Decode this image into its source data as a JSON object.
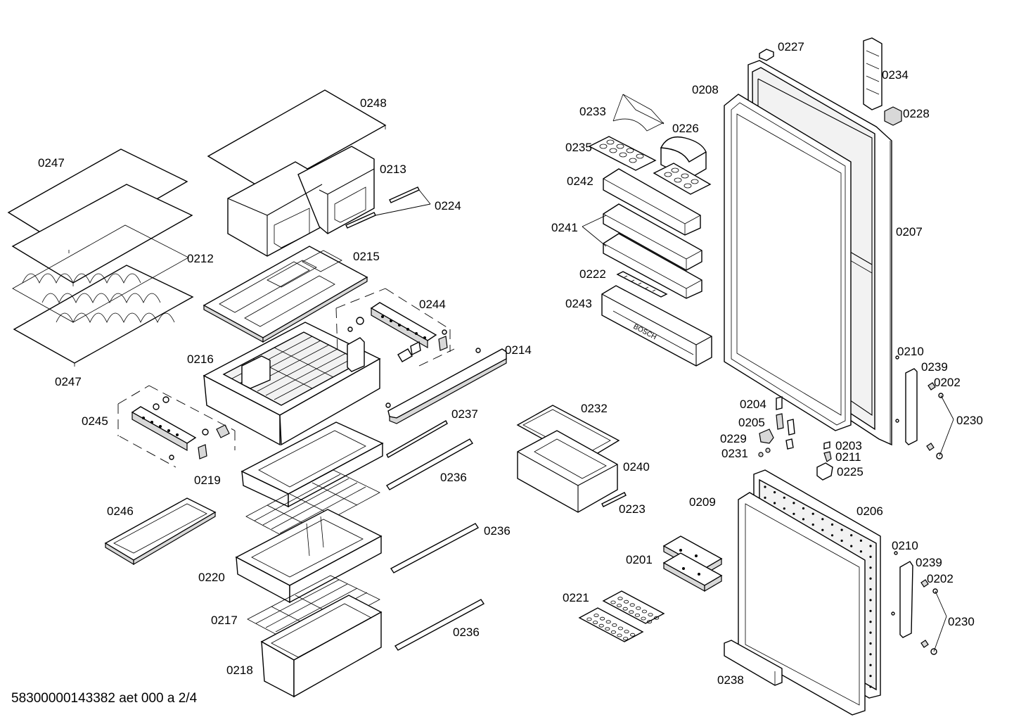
{
  "diagram": {
    "footer": "58300000143382 aet 000 a 2/4",
    "brand_text": "BOSCH",
    "labels": [
      {
        "id": "0247a",
        "text": "0247"
      },
      {
        "id": "0247b",
        "text": "0247"
      },
      {
        "id": "0212",
        "text": "0212"
      },
      {
        "id": "0248",
        "text": "0248"
      },
      {
        "id": "0213",
        "text": "0213"
      },
      {
        "id": "0224",
        "text": "0224"
      },
      {
        "id": "0215",
        "text": "0215"
      },
      {
        "id": "0244",
        "text": "0244"
      },
      {
        "id": "0216",
        "text": "0216"
      },
      {
        "id": "0214",
        "text": "0214"
      },
      {
        "id": "0245",
        "text": "0245"
      },
      {
        "id": "0219",
        "text": "0219"
      },
      {
        "id": "0237",
        "text": "0237"
      },
      {
        "id": "0236a",
        "text": "0236"
      },
      {
        "id": "0236b",
        "text": "0236"
      },
      {
        "id": "0236c",
        "text": "0236"
      },
      {
        "id": "0246",
        "text": "0246"
      },
      {
        "id": "0220",
        "text": "0220"
      },
      {
        "id": "0217",
        "text": "0217"
      },
      {
        "id": "0218",
        "text": "0218"
      },
      {
        "id": "0232",
        "text": "0232"
      },
      {
        "id": "0240",
        "text": "0240"
      },
      {
        "id": "0223",
        "text": "0223"
      },
      {
        "id": "0233",
        "text": "0233"
      },
      {
        "id": "0226",
        "text": "0226"
      },
      {
        "id": "0235",
        "text": "0235"
      },
      {
        "id": "0242",
        "text": "0242"
      },
      {
        "id": "0241",
        "text": "0241"
      },
      {
        "id": "0222",
        "text": "0222"
      },
      {
        "id": "0243",
        "text": "0243"
      },
      {
        "id": "0208",
        "text": "0208"
      },
      {
        "id": "0227",
        "text": "0227"
      },
      {
        "id": "0234",
        "text": "0234"
      },
      {
        "id": "0228",
        "text": "0228"
      },
      {
        "id": "0207",
        "text": "0207"
      },
      {
        "id": "0210a",
        "text": "0210"
      },
      {
        "id": "0239a",
        "text": "0239"
      },
      {
        "id": "0202a",
        "text": "0202"
      },
      {
        "id": "0230a",
        "text": "0230"
      },
      {
        "id": "0204",
        "text": "0204"
      },
      {
        "id": "0205",
        "text": "0205"
      },
      {
        "id": "0229",
        "text": "0229"
      },
      {
        "id": "0231",
        "text": "0231"
      },
      {
        "id": "0203",
        "text": "0203"
      },
      {
        "id": "0211",
        "text": "0211"
      },
      {
        "id": "0225",
        "text": "0225"
      },
      {
        "id": "0209",
        "text": "0209"
      },
      {
        "id": "0206",
        "text": "0206"
      },
      {
        "id": "0210b",
        "text": "0210"
      },
      {
        "id": "0239b",
        "text": "0239"
      },
      {
        "id": "0202b",
        "text": "0202"
      },
      {
        "id": "0230b",
        "text": "0230"
      },
      {
        "id": "0201",
        "text": "0201"
      },
      {
        "id": "0221",
        "text": "0221"
      },
      {
        "id": "0238",
        "text": "0238"
      }
    ]
  }
}
